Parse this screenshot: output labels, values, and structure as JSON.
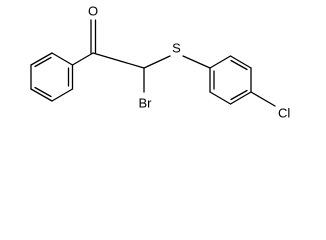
{
  "molecule": {
    "atoms": {
      "oxygen": "O",
      "bromine": "Br",
      "sulfur": "S",
      "chlorine": "Cl"
    },
    "colors": {
      "bond": "#000000",
      "background": "#ffffff"
    }
  }
}
